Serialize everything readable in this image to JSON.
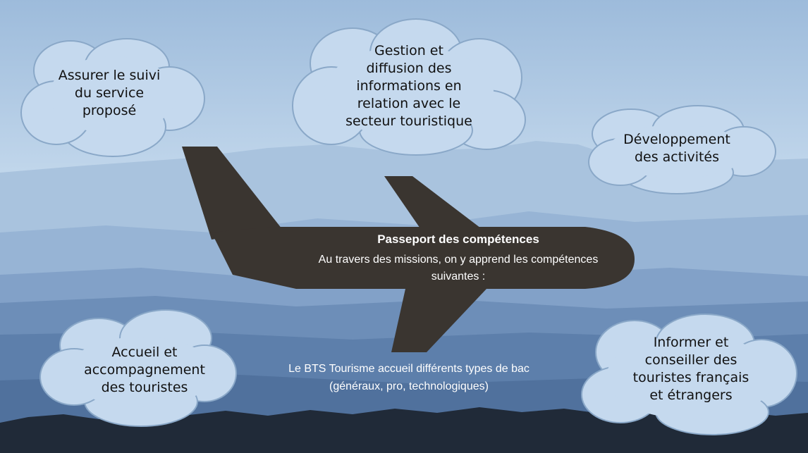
{
  "center": {
    "title": "Passeport des compétences",
    "intro": "Au travers des missions, on y apprend les compétences\nsuivantes :"
  },
  "clouds": [
    {
      "label": "Assurer le suivi\ndu service\nproposé"
    },
    {
      "label": "Gestion et\ndiffusion des\ninformations en\nrelation avec le\nsecteur touristique"
    },
    {
      "label": "Développement\ndes activités"
    },
    {
      "label": "Accueil et\naccompagnement\ndes touristes"
    },
    {
      "label": "Informer et\nconseiller des\ntouristes français\net étrangers"
    }
  ],
  "footer": {
    "bac": "Le BTS Tourisme accueil différents types de bac\n(généraux, pro, technologiques)"
  },
  "colors": {
    "sky_top": "#a9c6e2",
    "sky_bottom": "#5c7ea8",
    "cloud_fill": "#c5d9ee",
    "cloud_stroke": "#9db7d4",
    "plane": "#3a3530"
  }
}
